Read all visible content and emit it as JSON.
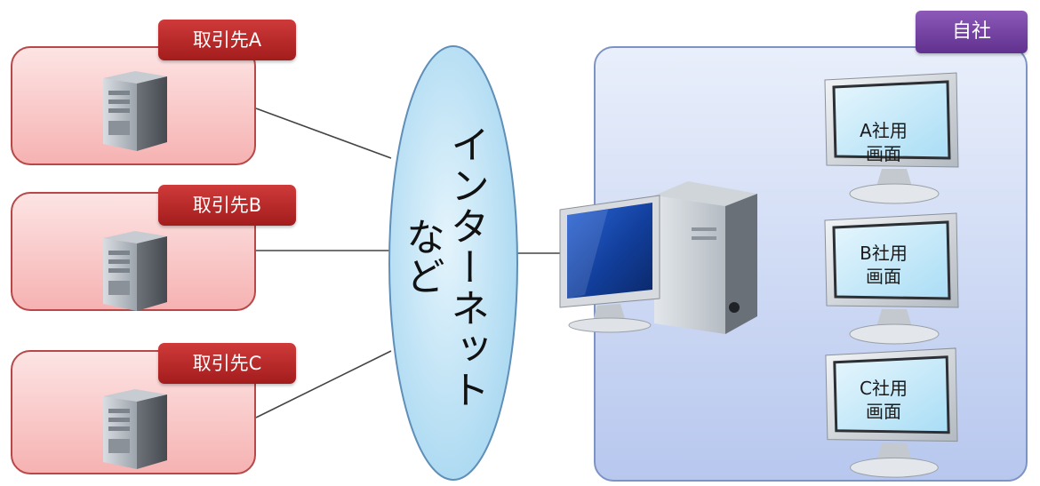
{
  "partners": [
    {
      "tag": "取引先A"
    },
    {
      "tag": "取引先B"
    },
    {
      "tag": "取引先C"
    }
  ],
  "internet": {
    "line1": "インターネット",
    "line2": "など"
  },
  "company": {
    "tag": "自社",
    "screens": [
      {
        "line1": "A社用",
        "line2": "画面"
      },
      {
        "line1": "B社用",
        "line2": "画面"
      },
      {
        "line1": "C社用",
        "line2": "画面"
      }
    ]
  },
  "colors": {
    "partner_fill": "#f6b2b2",
    "partner_tag": "#b82a2a",
    "company_fill": "#c6d3f1",
    "company_tag": "#6f3f9e",
    "oval_fill": "#bfe3f6"
  }
}
